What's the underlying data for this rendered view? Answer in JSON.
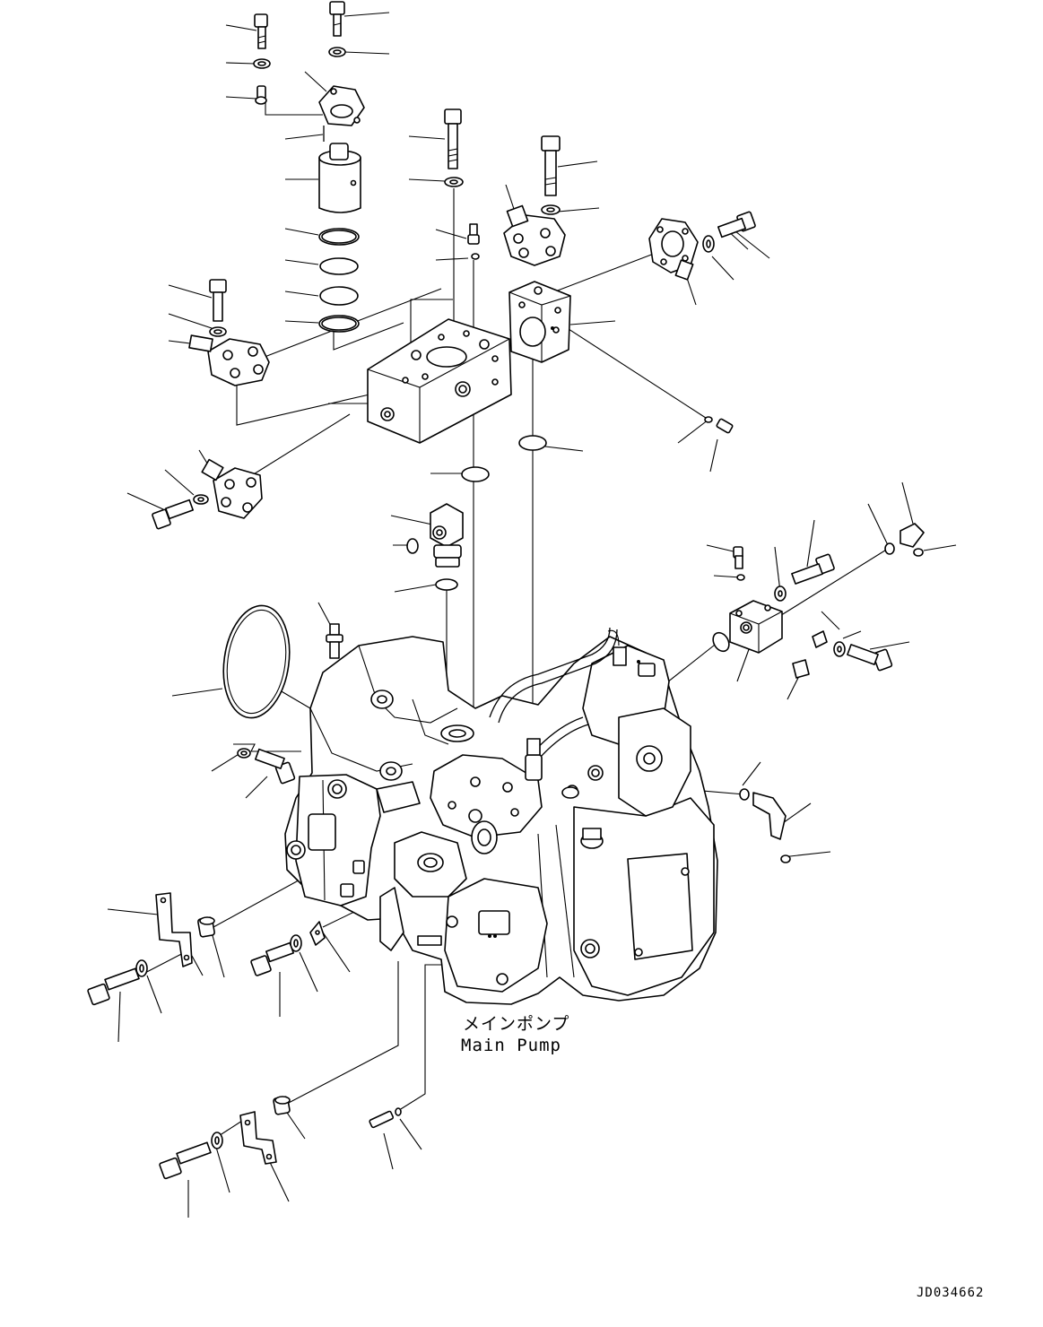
{
  "diagram": {
    "main_label_jp": "メインポンプ",
    "main_label_en": "Main Pump",
    "drawing_id": "JD034662"
  }
}
